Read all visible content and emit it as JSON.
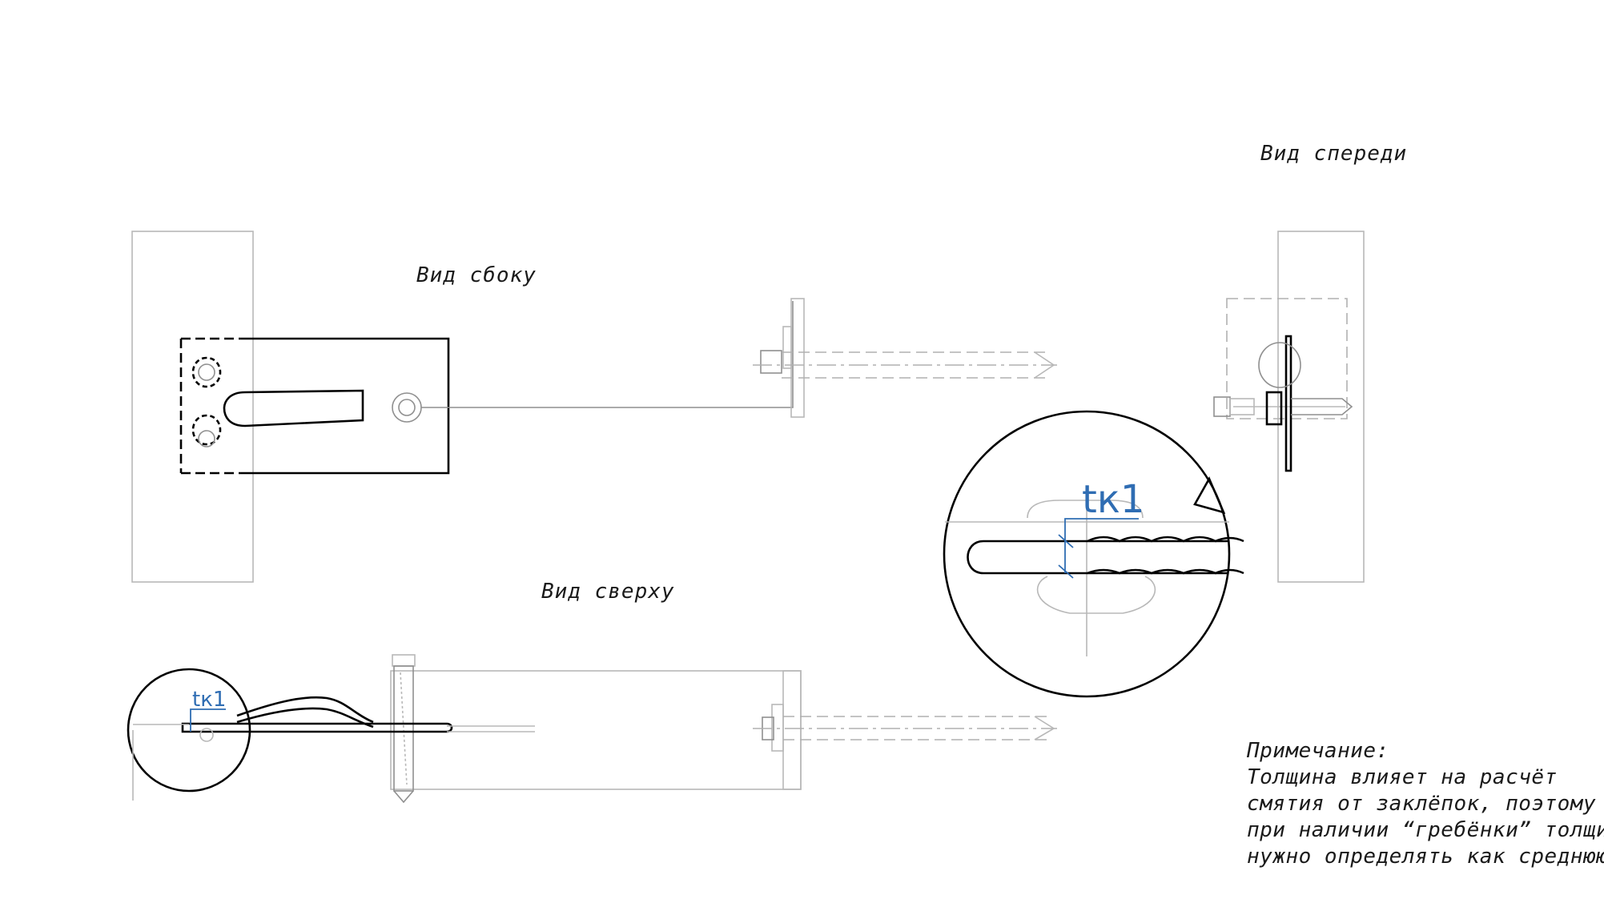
{
  "views": {
    "side": "Вид сбоку",
    "front": "Вид спереди",
    "top": "Вид сверху"
  },
  "dimensions": {
    "tk1_large": "tк1",
    "tk1_small": "tк1"
  },
  "note": {
    "title": "Примечание:",
    "lines": [
      "Толщина влияет на расчёт",
      "смятия от заклёпок, поэтому",
      "при наличии “гребёнки” толщину",
      "нужно определять как среднюю"
    ]
  },
  "colors": {
    "dimension": "#2f6db3",
    "outline": "#000000",
    "thin_line": "#b8b8b8"
  }
}
